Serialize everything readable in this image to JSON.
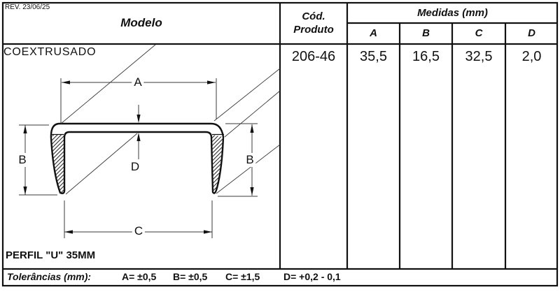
{
  "header": {
    "rev": "REV. 23/06/25",
    "modelo": "Modelo"
  },
  "table": {
    "cod_header": [
      "Cód.",
      "Produto"
    ],
    "medidas_header": "Medidas (mm)",
    "columns": [
      "A",
      "B",
      "C",
      "D"
    ],
    "row": {
      "code": "206-46",
      "values": [
        "35,5",
        "16,5",
        "32,5",
        "2,0"
      ]
    }
  },
  "drawing": {
    "material": "COEXTRUSADO",
    "profile_name": "PERFIL \"U\" 35MM",
    "dims": {
      "a": "A",
      "b_left": "B",
      "b_right": "B",
      "c": "C",
      "d": "D"
    }
  },
  "tolerances": {
    "label": "Tolerâncias (mm):",
    "items": [
      "A= ±0,5",
      "B= ±0,5",
      "C= ±1,5",
      "D= +0,2 - 0,1"
    ]
  },
  "colors": {
    "line": "#111111",
    "thin_line": "#3a3a3a",
    "background": "#ffffff"
  }
}
